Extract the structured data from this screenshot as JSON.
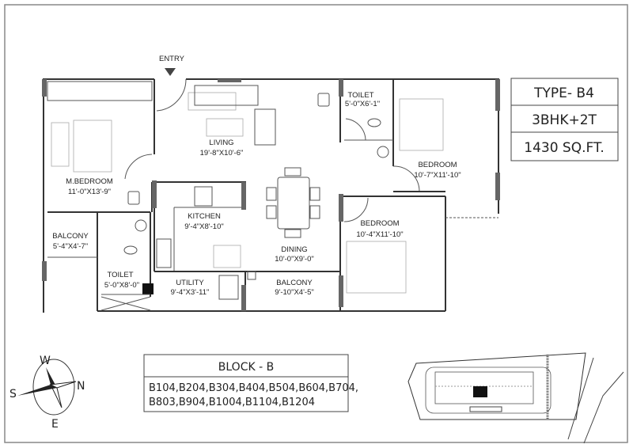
{
  "entry_label": "ENTRY",
  "rooms": {
    "living": {
      "name": "LIVING",
      "size": "19'-8\"X10'-6\""
    },
    "master_bedroom": {
      "name": "M.BEDROOM",
      "size": "11'-0\"X13'-9\""
    },
    "kitchen": {
      "name": "KITCHEN",
      "size": "9'-4\"X8'-10\""
    },
    "dining": {
      "name": "DINING",
      "size": "10'-0\"X9'-0\""
    },
    "balcony_left": {
      "name": "BALCONY",
      "size": "5'-4\"X4'-7\""
    },
    "toilet_left": {
      "name": "TOILET",
      "size": "5'-0\"X8'-0\""
    },
    "utility": {
      "name": "UTILITY",
      "size": "9'-4\"X3'-11\""
    },
    "balcony_bottom": {
      "name": "BALCONY",
      "size": "9'-10\"X4'-5\""
    },
    "toilet_right": {
      "name": "TOILET",
      "size": "5'-0\"X6'-1\""
    },
    "bedroom_top": {
      "name": "BEDROOM",
      "size": "10'-7\"X11'-10\""
    },
    "bedroom_bottom": {
      "name": "BEDROOM",
      "size": "10'-4\"X11'-10\""
    }
  },
  "type_table": {
    "type": "TYPE- B4",
    "config": "3BHK+2T",
    "area": "1430 SQ.FT."
  },
  "block": {
    "title": "BLOCK - B",
    "units_line1": "B104,B204,B304,B404,B504,B604,B704,",
    "units_line2": "B803,B904,B1004,B1104,B1204"
  },
  "compass": {
    "w": "W",
    "n": "N",
    "s": "S",
    "e": "E"
  }
}
